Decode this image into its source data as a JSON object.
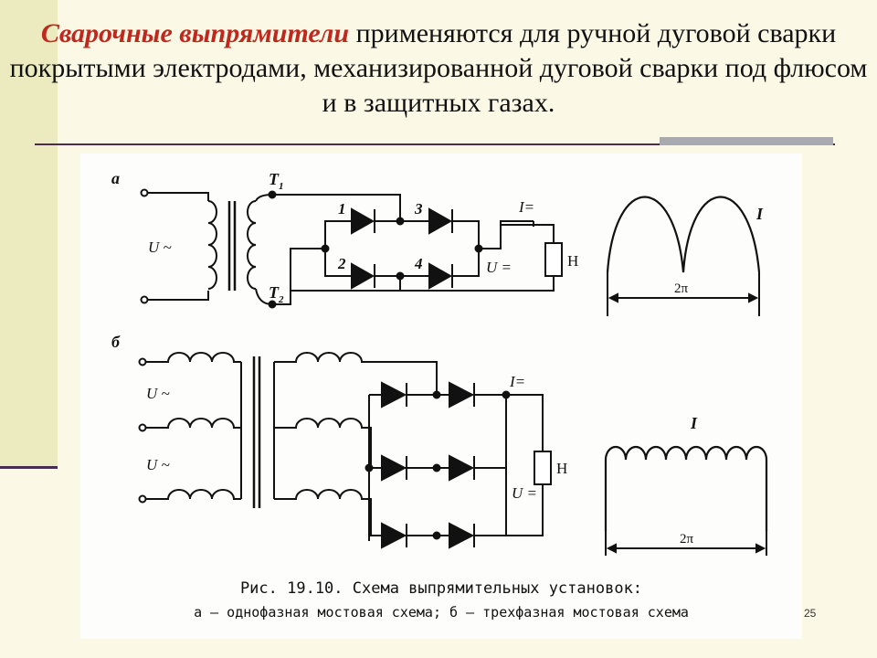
{
  "heading": {
    "accent": "Сварочные выпрямители",
    "rest": " применяются для ручной дуговой сварки покрытыми электродами, механизированной дуговой сварки под флюсом и в защитных газах."
  },
  "figure": {
    "scheme_a": {
      "label": "а",
      "t1_label": "T",
      "t1_sub": "1",
      "t2_label": "T",
      "t2_sub": "2",
      "input_label": "U ~",
      "diodes": [
        "1",
        "2",
        "3",
        "4"
      ],
      "current_label": "I=",
      "voltage_label": "U =",
      "load_label": "Н",
      "graph_label": "I",
      "period_label": "2π"
    },
    "scheme_b": {
      "label": "б",
      "input_labels": [
        "U ~",
        "U ~"
      ],
      "current_label": "I=",
      "voltage_label": "U =",
      "load_label": "Н",
      "graph_label": "I",
      "period_label": "2π"
    },
    "caption_line1": "Рис. 19.10. Схема выпрямительных установок:",
    "caption_line2": "а — однофазная мостовая схема; б — трехфазная мостовая схема"
  },
  "page_number": "25"
}
